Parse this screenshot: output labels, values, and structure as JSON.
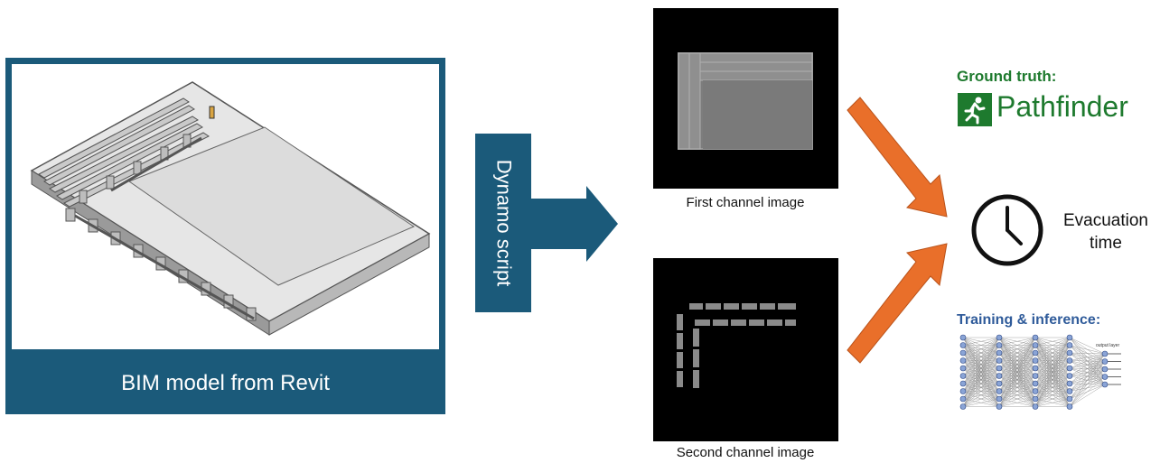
{
  "bim": {
    "label": "BIM model from Revit"
  },
  "dynamo": {
    "label": "Dynamo script"
  },
  "channels": {
    "first_caption": "First channel image",
    "second_caption": "Second channel image"
  },
  "ground_truth": {
    "label": "Ground truth:",
    "software": "Pathfinder"
  },
  "evacuation": {
    "line1": "Evacuation",
    "line2": "time"
  },
  "training": {
    "label": "Training & inference:",
    "nn_output_label": "output layer"
  },
  "colors": {
    "panel_blue": "#1b5a7a",
    "arrow_orange": "#e96f2a",
    "pathfinder_green": "#1e7a2e",
    "training_blue": "#2f5b9a"
  },
  "icons": [
    "running-person-icon",
    "clock-icon",
    "neural-network-icon"
  ]
}
